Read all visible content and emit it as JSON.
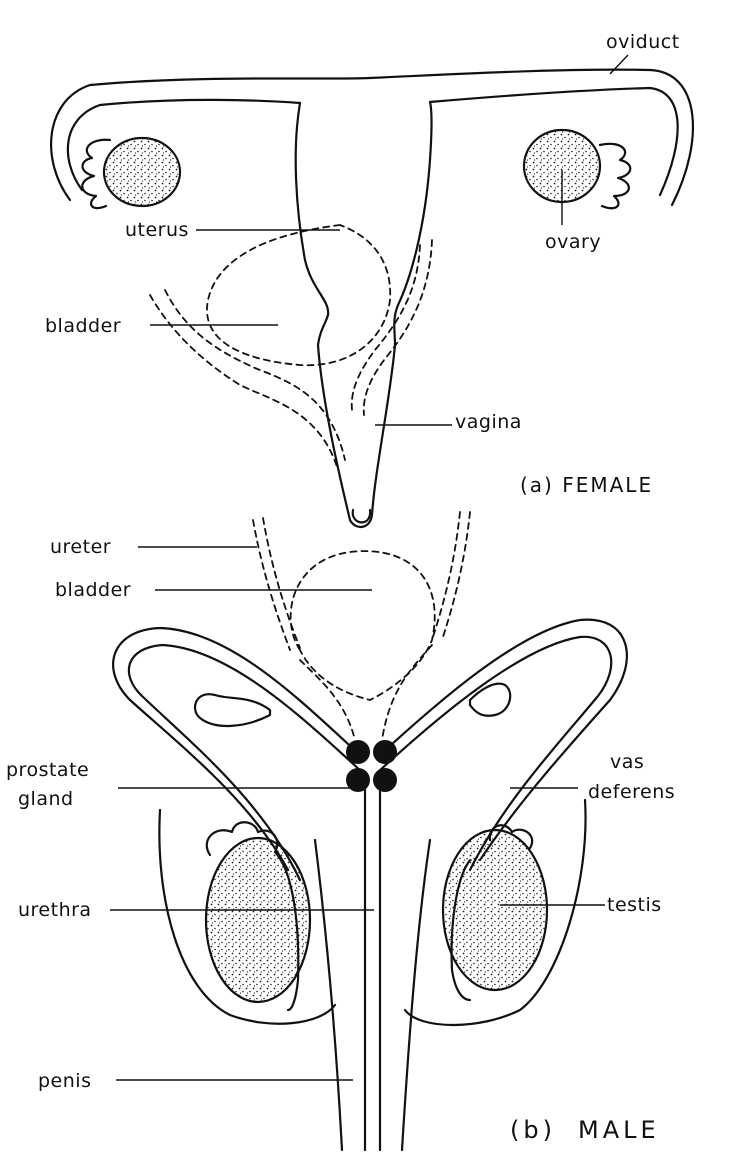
{
  "female": {
    "caption": "(a) FEMALE",
    "labels": {
      "oviduct": "oviduct",
      "uterus": "uterus",
      "ovary": "ovary",
      "bladder": "bladder",
      "vagina": "vagina"
    }
  },
  "male": {
    "caption_letter": "(b)",
    "caption_word": "MALE",
    "labels": {
      "ureter": "ureter",
      "bladder": "bladder",
      "prostate_line1": "prostate",
      "prostate_line2": "gland",
      "vas_line1": "vas",
      "vas_line2": "deferens",
      "urethra": "urethra",
      "testis": "testis",
      "penis": "penis"
    }
  }
}
